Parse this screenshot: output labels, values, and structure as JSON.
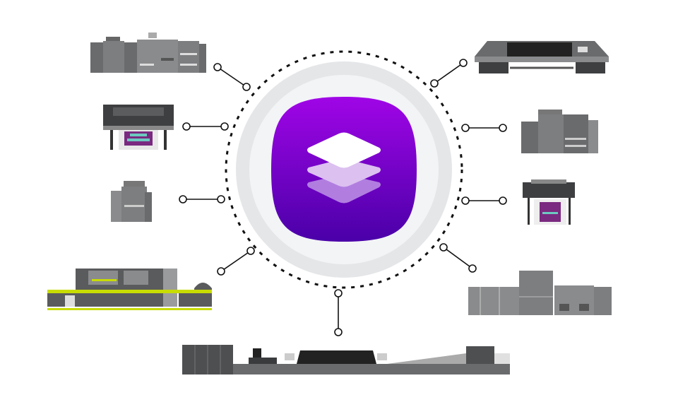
{
  "colors": {
    "purple_top": "#a005e6",
    "purple_bottom": "#4a00a8",
    "ring_outer": "#e5e6e8",
    "ring_inner": "#f2f4f6",
    "device_dark": "#5a5b5d",
    "device_mid": "#8a8b8d",
    "device_light": "#d8d9da",
    "accent_lime": "#c8dc00",
    "connector": "#111111"
  },
  "hub": {
    "icon": "layers-icon"
  },
  "devices": [
    {
      "name": "production-press-top-left"
    },
    {
      "name": "large-format-printer-left"
    },
    {
      "name": "office-copier-left"
    },
    {
      "name": "inkjet-press-bottom-left"
    },
    {
      "name": "continuous-feed-press-bottom"
    },
    {
      "name": "production-press-bottom-right"
    },
    {
      "name": "large-format-printer-right"
    },
    {
      "name": "production-copier-right"
    },
    {
      "name": "flatbed-printer-top-right"
    }
  ]
}
